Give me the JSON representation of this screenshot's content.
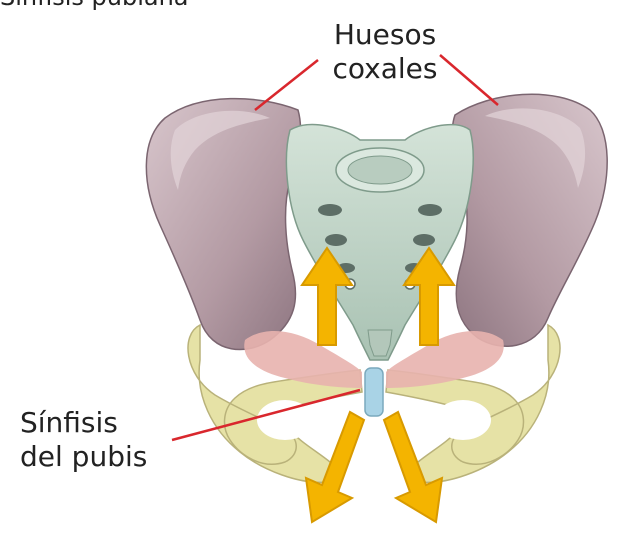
{
  "top_partial_text": "Sínfisis pubiana",
  "labels": {
    "huesos_line1": "Huesos",
    "huesos_line2": "coxales",
    "sinfisis_line1": "Sínfisis",
    "sinfisis_line2": "del pubis"
  },
  "colors": {
    "ilium": "#b9a3ac",
    "ilium_shadow": "#8f7882",
    "ilium_light": "#d2c0c6",
    "sacrum": "#c3d6c9",
    "sacrum_shadow": "#8ea99a",
    "pubis": "#e5e2a6",
    "pubis_shadow": "#c9c383",
    "pink_joint": "#e8b0ad",
    "symphysis": "#a8d4e6",
    "arrow": "#f4b400",
    "arrow_edge": "#d89a00",
    "leader": "#d9272d"
  }
}
